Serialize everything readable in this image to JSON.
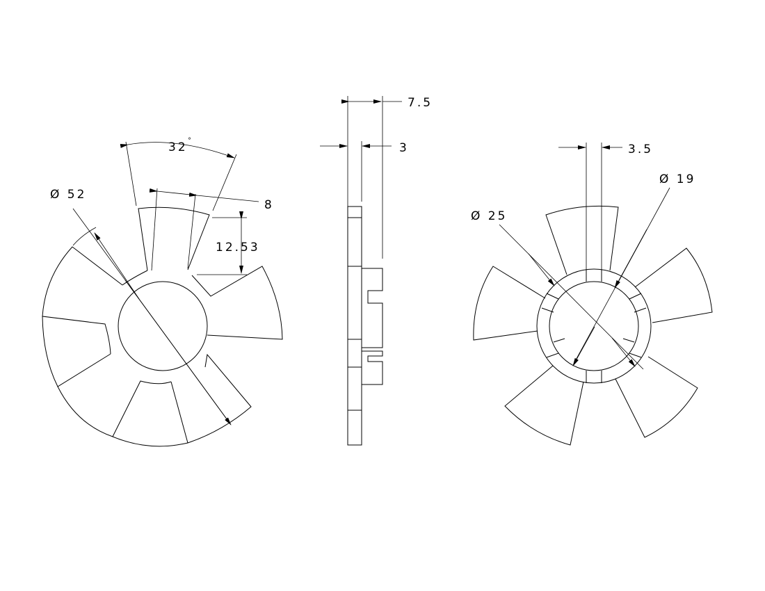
{
  "dimensions": {
    "angle": "32",
    "angle_unit": "°",
    "dia_outer": "Ø 52",
    "tab_width": "8",
    "tab_height": "12.53",
    "thickness_total": "7.5",
    "thickness_plate": "3",
    "slot_width": "3.5",
    "dia_hub_inner": "Ø 19",
    "dia_hub_outer": "Ø 25"
  },
  "colors": {
    "line": "#000000",
    "background": "#ffffff"
  }
}
